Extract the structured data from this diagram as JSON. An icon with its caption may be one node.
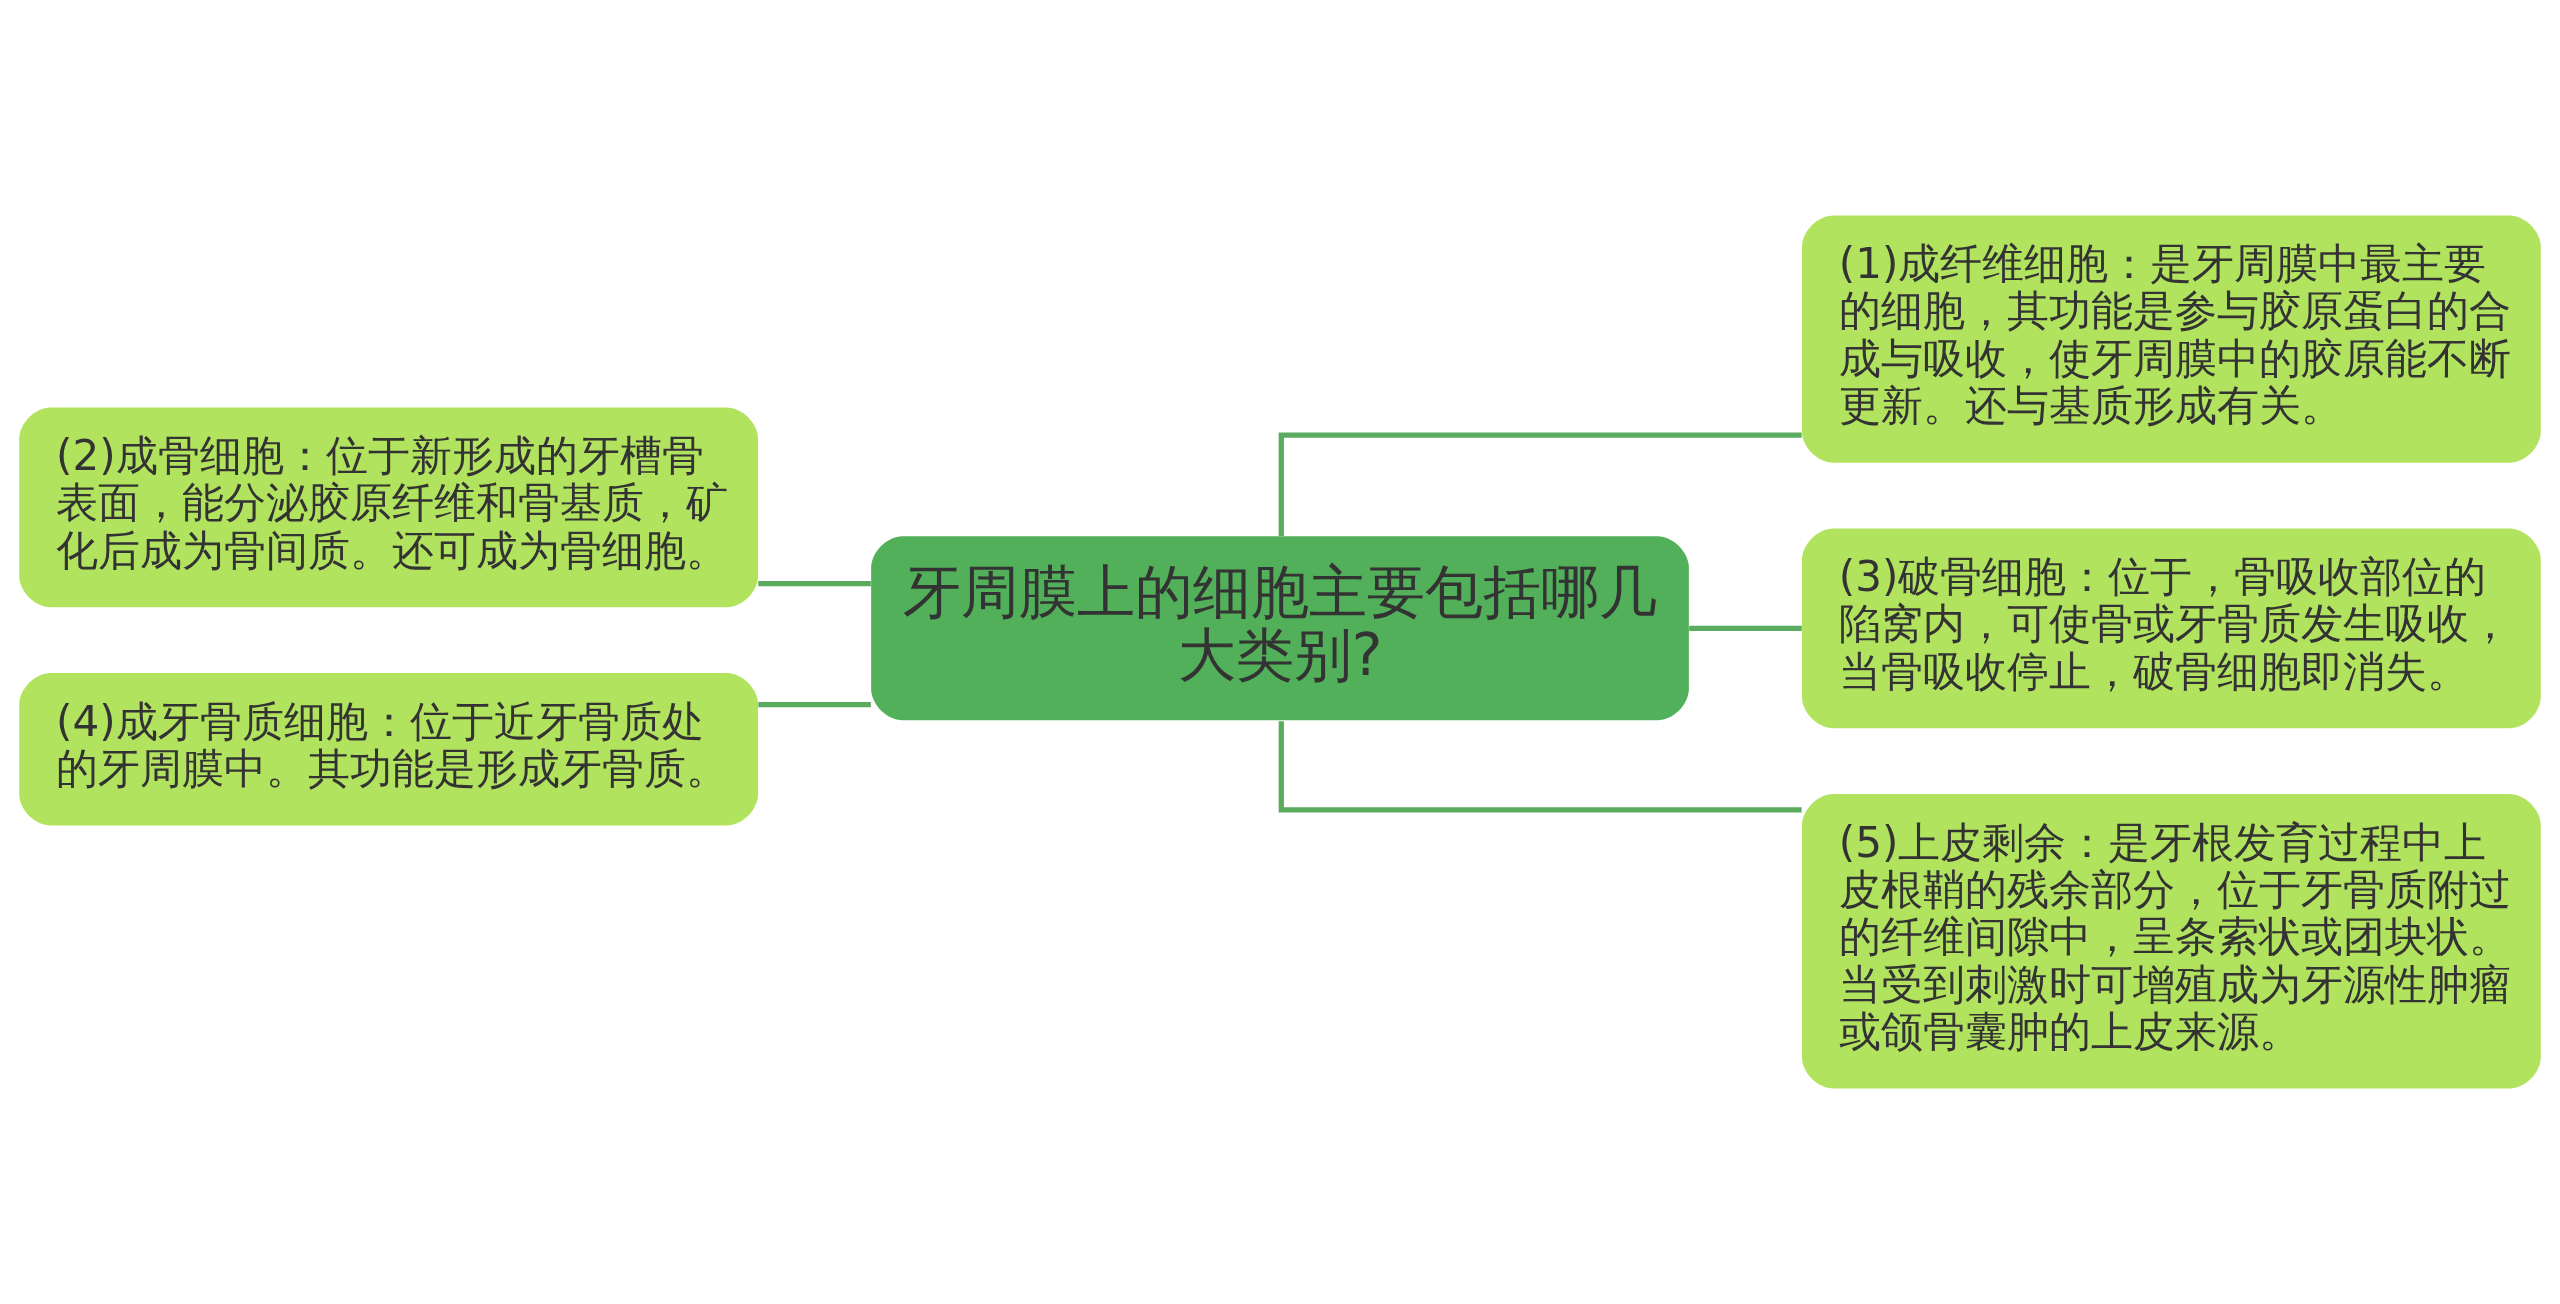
{
  "diagram": {
    "nodes": [
      {
        "text": [
          "牙周膜上的细胞主要包括哪几大类别?"
        ]
      },
      {
        "text": [
          "(2)成骨细胞：位于新形成的牙槽骨表面，能分泌胶原纤维和骨基质，矿化后成为骨间质。还可成为骨细胞。"
        ]
      },
      {
        "text": [
          "(4)成牙骨质细胞：位于近牙骨质处的牙周膜中。其功能是形成牙骨质。"
        ]
      },
      {
        "text": [
          "(1)成纤维细胞：是牙周膜中最主要的细胞，其功能是参与胶原蛋白的合成与吸收，使牙周膜中的胶原能不断更新。还与基质形成有关。"
        ]
      },
      {
        "text": [
          "(3)破骨细胞：位于，骨吸收部位的陷窝内，可使骨或牙骨质发生吸收，当骨吸收停止，破骨细胞即消失。"
        ]
      },
      {
        "text": [
          "(5)上皮剩余：是牙根发育过程中上皮根鞘的残余部分，位于牙骨质附过的纤维间隙中，呈条索状或团块状。当受到刺激时可增殖成为牙源性肿瘤或颌骨囊肿的上皮来源。"
        ]
      }
    ],
    "edges": [
      {
        "from": 0,
        "to": 1,
        "arrow": "none"
      },
      {
        "from": 0,
        "to": 2,
        "arrow": "none"
      },
      {
        "from": 0,
        "to": 3,
        "arrow": "none"
      },
      {
        "from": 0,
        "to": 4,
        "arrow": "none"
      },
      {
        "from": 0,
        "to": 5,
        "arrow": "none"
      }
    ]
  }
}
